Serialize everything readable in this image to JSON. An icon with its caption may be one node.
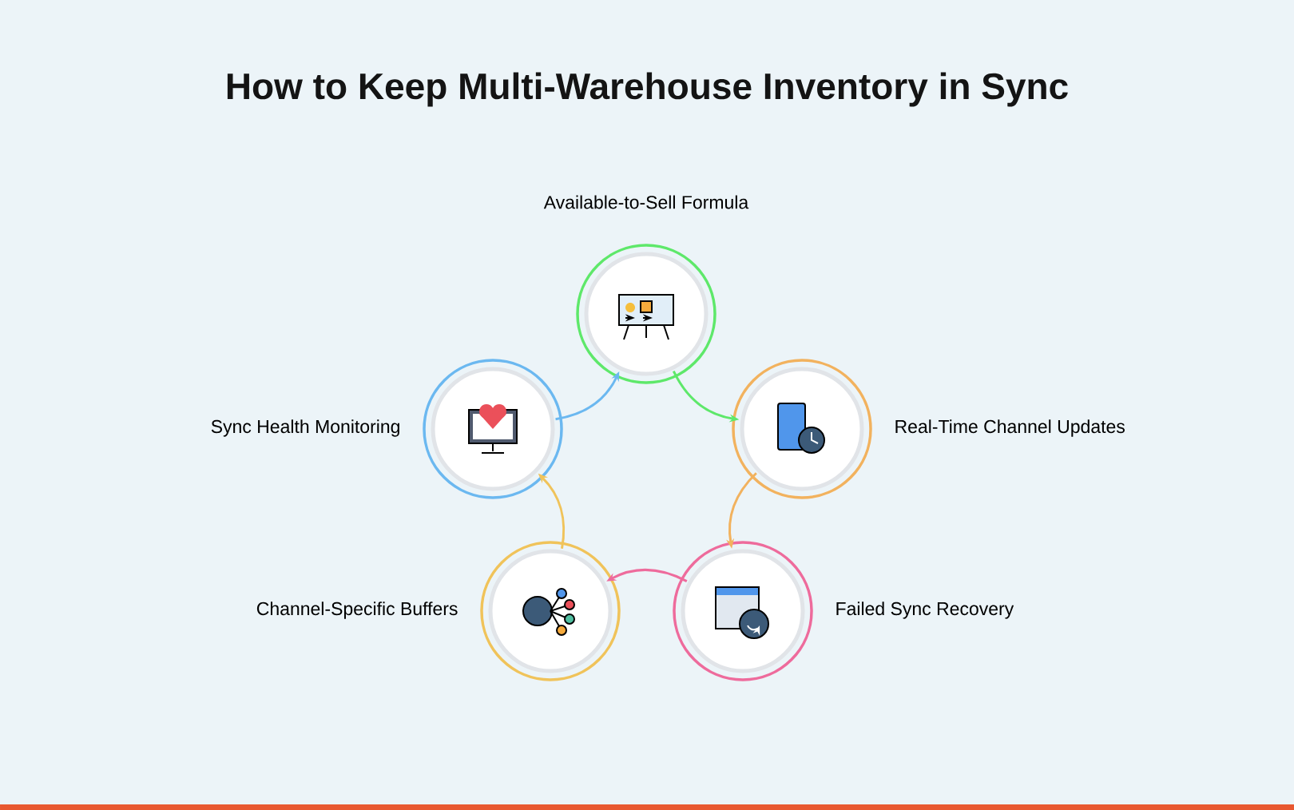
{
  "diagram": {
    "title": "How to Keep Multi-Warehouse Inventory in Sync",
    "nodes": [
      {
        "text": [],
        "shape": "circle",
        "beside": [
          "Available-to-Sell Formula"
        ]
      },
      {
        "text": [],
        "shape": "circle",
        "beside": [
          "Sync Health Monitoring"
        ]
      },
      {
        "text": [],
        "shape": "circle",
        "beside": [
          "Real-Time Channel Updates"
        ]
      },
      {
        "text": [],
        "shape": "circle",
        "beside": [
          "Channel-Specific Buffers"
        ]
      },
      {
        "text": [],
        "shape": "circle",
        "beside": [
          "Failed Sync Recovery"
        ]
      }
    ],
    "edges": [
      {
        "from": 0,
        "to": 2,
        "arrow": "to",
        "color": "#5ee86a"
      },
      {
        "from": 2,
        "to": 4,
        "arrow": "to",
        "color": "#f2b25e"
      },
      {
        "from": 4,
        "to": 3,
        "arrow": "to",
        "color": "#ee6b9c"
      },
      {
        "from": 3,
        "to": 1,
        "arrow": "to",
        "color": "#f0c35a"
      },
      {
        "from": 1,
        "to": 0,
        "arrow": "to",
        "color": "#6bb8f0"
      }
    ]
  }
}
